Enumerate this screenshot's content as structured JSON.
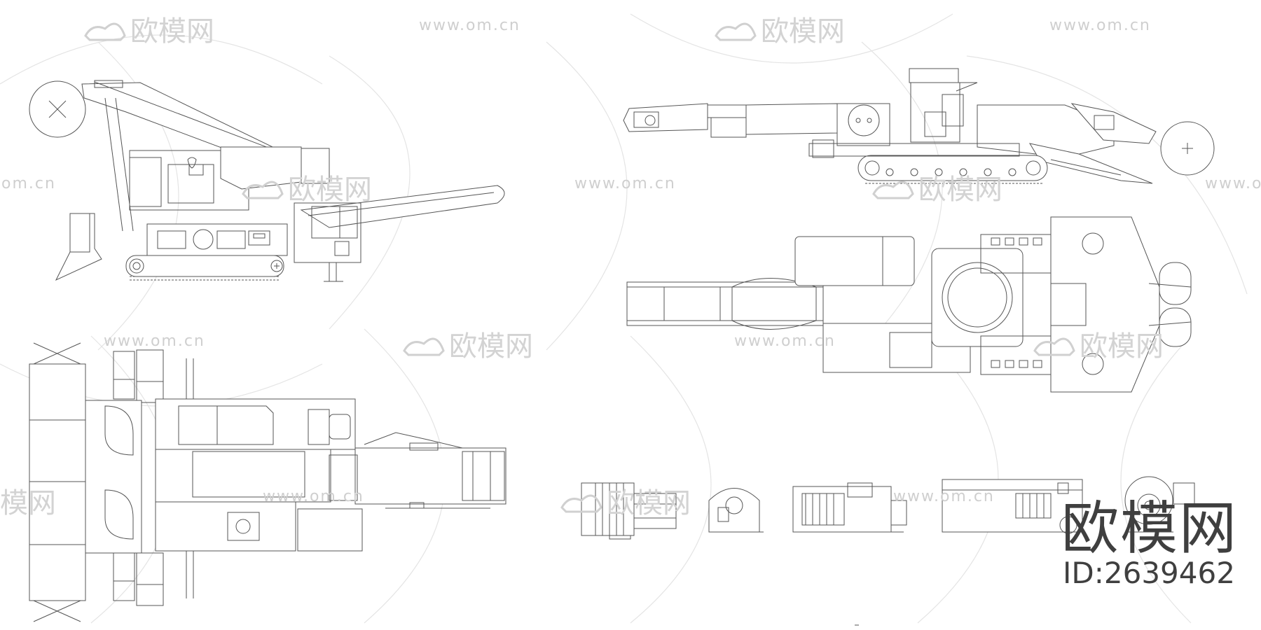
{
  "watermark": {
    "url_text": "www.om.cn",
    "url_text_cut": "om.cn",
    "logo_text": "欧模网",
    "logo_text_cut": "模网"
  },
  "brand": {
    "name": "欧模网",
    "id_label": "ID:2639462"
  },
  "drawing": {
    "line_color": "#555555",
    "watermark_color": "#d0d0d0",
    "views": [
      "side-elevation-left",
      "plan-view-left",
      "side-elevation-right",
      "plan-view-right",
      "component-details"
    ]
  }
}
